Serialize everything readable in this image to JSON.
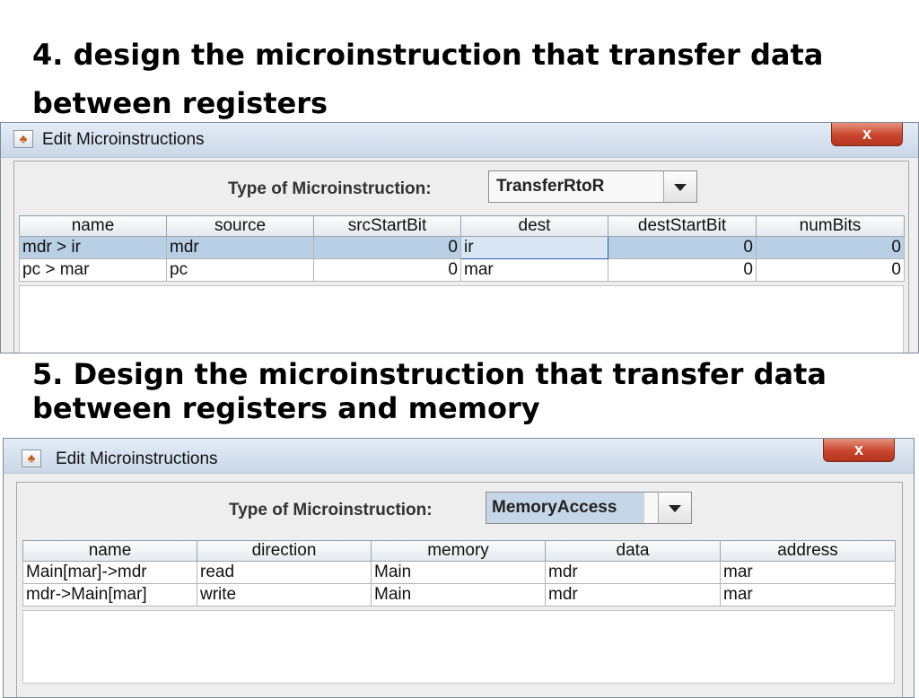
{
  "slide": {
    "heading1": "4. design the microinstruction that transfer data",
    "heading1_line2": "between registers",
    "heading2": "5. Design the microinstruction that transfer data",
    "heading2_line2": "between registers and memory"
  },
  "window1": {
    "title": "Edit Microinstructions",
    "close_label": "x",
    "type_label": "Type of Microinstruction:",
    "type_value": "TransferRtoR",
    "columns": [
      "name",
      "source",
      "srcStartBit",
      "dest",
      "destStartBit",
      "numBits"
    ],
    "rows": [
      [
        "mdr > ir",
        "mdr",
        "0",
        "ir",
        "0",
        "0"
      ],
      [
        "pc > mar",
        "pc",
        "0",
        "mar",
        "0",
        "0"
      ]
    ]
  },
  "window2": {
    "title": "Edit Microinstructions",
    "close_label": "x",
    "type_label": "Type of Microinstruction:",
    "type_value": "MemoryAccess",
    "columns": [
      "name",
      "direction",
      "memory",
      "data",
      "address"
    ],
    "rows": [
      [
        "Main[mar]->mdr",
        "read",
        "Main",
        "mdr",
        "mar"
      ],
      [
        "mdr->Main[mar]",
        "write",
        "Main",
        "mdr",
        "mar"
      ]
    ]
  },
  "colors": {
    "selection": "#b8cfe5",
    "focus_border": "#2a5aa8",
    "close_button": "#c8452d",
    "titlebar": "#d5e0ee"
  },
  "icons": {
    "app": "java-app-icon",
    "close": "close-icon",
    "dropdown": "chevron-down-icon"
  }
}
